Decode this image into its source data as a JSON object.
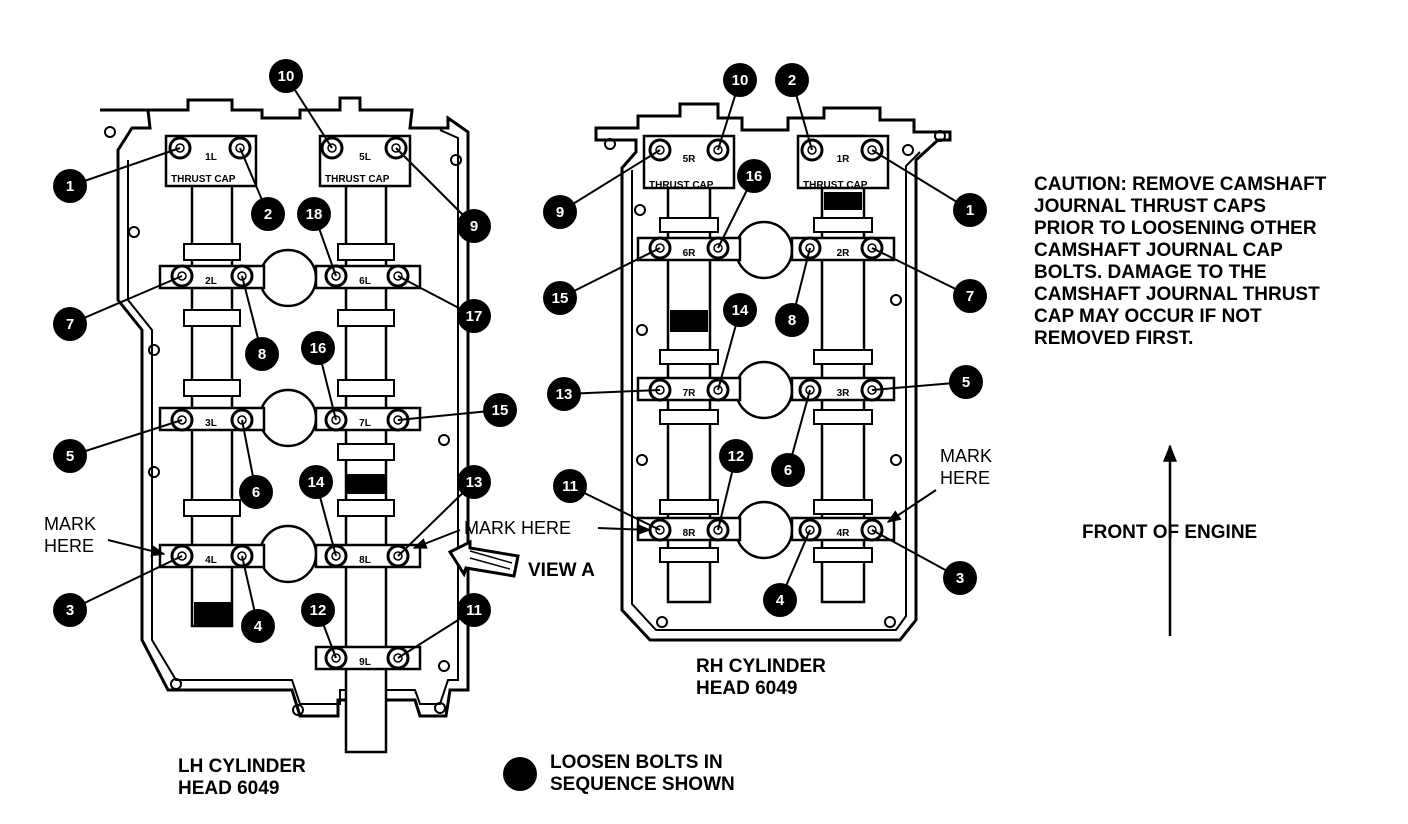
{
  "colors": {
    "ink": "#000000",
    "paper": "#ffffff"
  },
  "labels": {
    "caution_lines": [
      "CAUTION: REMOVE CAMSHAFT",
      "JOURNAL THRUST CAPS",
      "PRIOR TO LOOSENING OTHER",
      "CAMSHAFT JOURNAL CAP",
      "BOLTS. DAMAGE TO THE",
      "CAMSHAFT JOURNAL THRUST",
      "CAP MAY OCCUR IF NOT",
      "REMOVED FIRST."
    ],
    "front_of_engine": "FRONT OF ENGINE",
    "lh_head": [
      "LH CYLINDER",
      "HEAD 6049"
    ],
    "rh_head": [
      "RH CYLINDER",
      "HEAD 6049"
    ],
    "legend": [
      "LOOSEN BOLTS IN",
      "SEQUENCE SHOWN"
    ],
    "mark_here_lh": [
      "MARK",
      "HERE"
    ],
    "mark_here_center": "MARK HERE",
    "mark_here_rh": [
      "MARK",
      "HERE"
    ],
    "view_a": "VIEW A",
    "thrust_cap": "THRUST CAP"
  },
  "caps": {
    "lh": [
      "1L",
      "5L",
      "2L",
      "6L",
      "3L",
      "7L",
      "4L",
      "8L",
      "9L"
    ],
    "rh": [
      "5R",
      "1R",
      "6R",
      "2R",
      "7R",
      "3R",
      "8R",
      "4R"
    ]
  },
  "sequence": {
    "lh": [
      "1",
      "2",
      "3",
      "4",
      "5",
      "6",
      "7",
      "8",
      "9",
      "10",
      "11",
      "12",
      "13",
      "14",
      "15",
      "16",
      "17",
      "18"
    ],
    "rh": [
      "1",
      "2",
      "3",
      "4",
      "5",
      "6",
      "7",
      "8",
      "9",
      "10",
      "11",
      "12",
      "13",
      "14",
      "15",
      "16"
    ]
  }
}
